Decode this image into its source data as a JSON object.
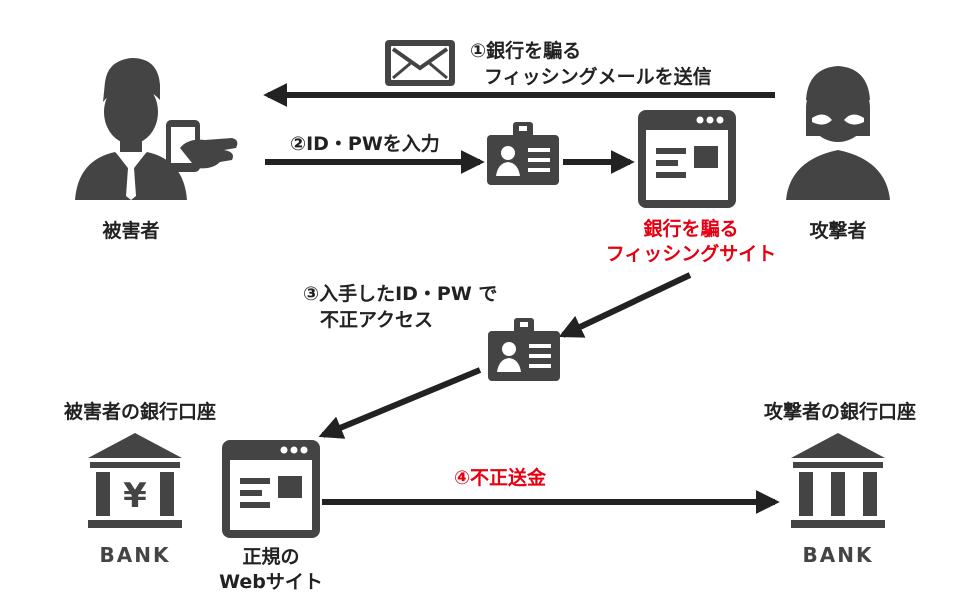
{
  "labels": {
    "step1_line1": "①銀行を騙る",
    "step1_line2": "フィッシングメールを送信",
    "step2": "②ID・PWを入力",
    "phishing_line1": "銀行を騙る",
    "phishing_line2": "フィッシングサイト",
    "step3_line1": "③入手したID・PW で",
    "step3_line2": "不正アクセス",
    "step4": "④不正送金",
    "victim": "被害者",
    "attacker": "攻撃者",
    "victim_account": "被害者の銀行口座",
    "attacker_account": "攻撃者の銀行口座",
    "legit_line1": "正規の",
    "legit_line2": "Webサイト",
    "bank_left": "BANK",
    "bank_right": "BANK",
    "yen": "¥"
  },
  "colors": {
    "icon": "#444444",
    "arrow": "#222222",
    "highlight": "#e60012"
  }
}
